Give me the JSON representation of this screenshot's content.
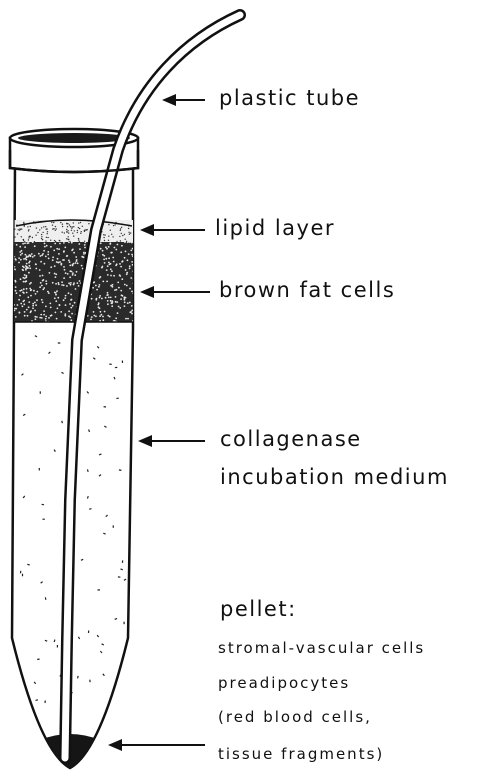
{
  "labels": {
    "plastic_tube": "plastic tube",
    "lipid_layer": "lipid layer",
    "brown_fat_cells": "brown fat cells",
    "medium_line1": "collagenase",
    "medium_line2": "incubation medium",
    "pellet_title": "pellet:",
    "pellet_line1": "stromal-vascular cells",
    "pellet_line2": "preadipocytes",
    "pellet_line3": "(red blood cells,",
    "pellet_line4": "tissue fragments)"
  },
  "colors": {
    "ink": "#111111",
    "background": "#ffffff"
  }
}
